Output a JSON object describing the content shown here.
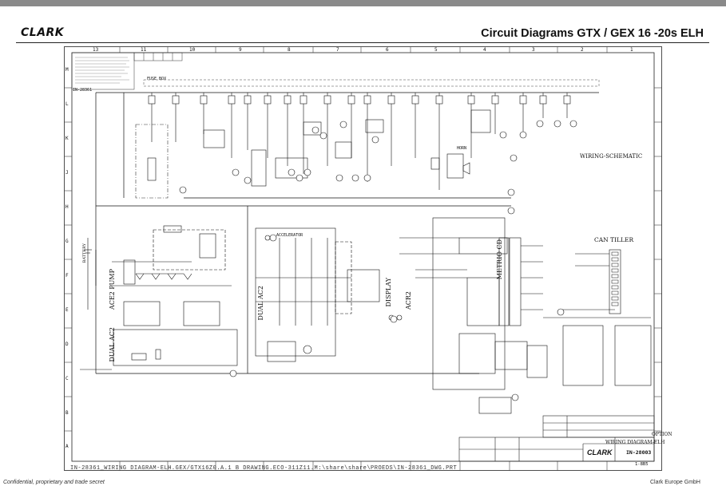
{
  "header": {
    "brand": "CLARK",
    "title": "Circuit Diagrams GTX / GEX 16 -20s ELH"
  },
  "border": {
    "columns": [
      "13",
      "11",
      "10",
      "9",
      "8",
      "7",
      "6",
      "5",
      "4",
      "3",
      "2",
      "1"
    ],
    "rows": [
      "M",
      "L",
      "K",
      "J",
      "H",
      "G",
      "F",
      "E",
      "D",
      "C",
      "B",
      "A"
    ]
  },
  "diagram": {
    "fuse_box": "FUSE BOX",
    "wiring_schematic": "WIRING-SCHEMATIC",
    "can_tiller": "CAN TILLER",
    "metrio_cd": "METRIO CD",
    "display": "DISPLAY",
    "dual_ac2_center": "DUAL AC2",
    "dual_ac2_left": "DUAL AC2",
    "acr2_pump": "ACE2 PUMP",
    "acr2": "ACR2",
    "accelerator": "ACCELERATOR",
    "sheet_ref": "IN-28361",
    "battery": "BATTERY",
    "horn": "HORN"
  },
  "title_block": {
    "option": "OPTION",
    "drawing_name": "WIRING DIAGRAM-ELH",
    "drawing_number": "IN-28003",
    "brand": "CLARK",
    "sheet": "1-8B5"
  },
  "footer": {
    "file_path": "IN-28361_WIRING DIAGRAM-ELH.GEX/GTX16Z0.A.1 B DRAWING.ECO-311Z11.M:\\share\\share\\PROEDS\\IN-28361_DWG.PRT",
    "left_note": "Confidential, proprietary and trade secret",
    "right_note": "Clark Europe GmbH"
  }
}
